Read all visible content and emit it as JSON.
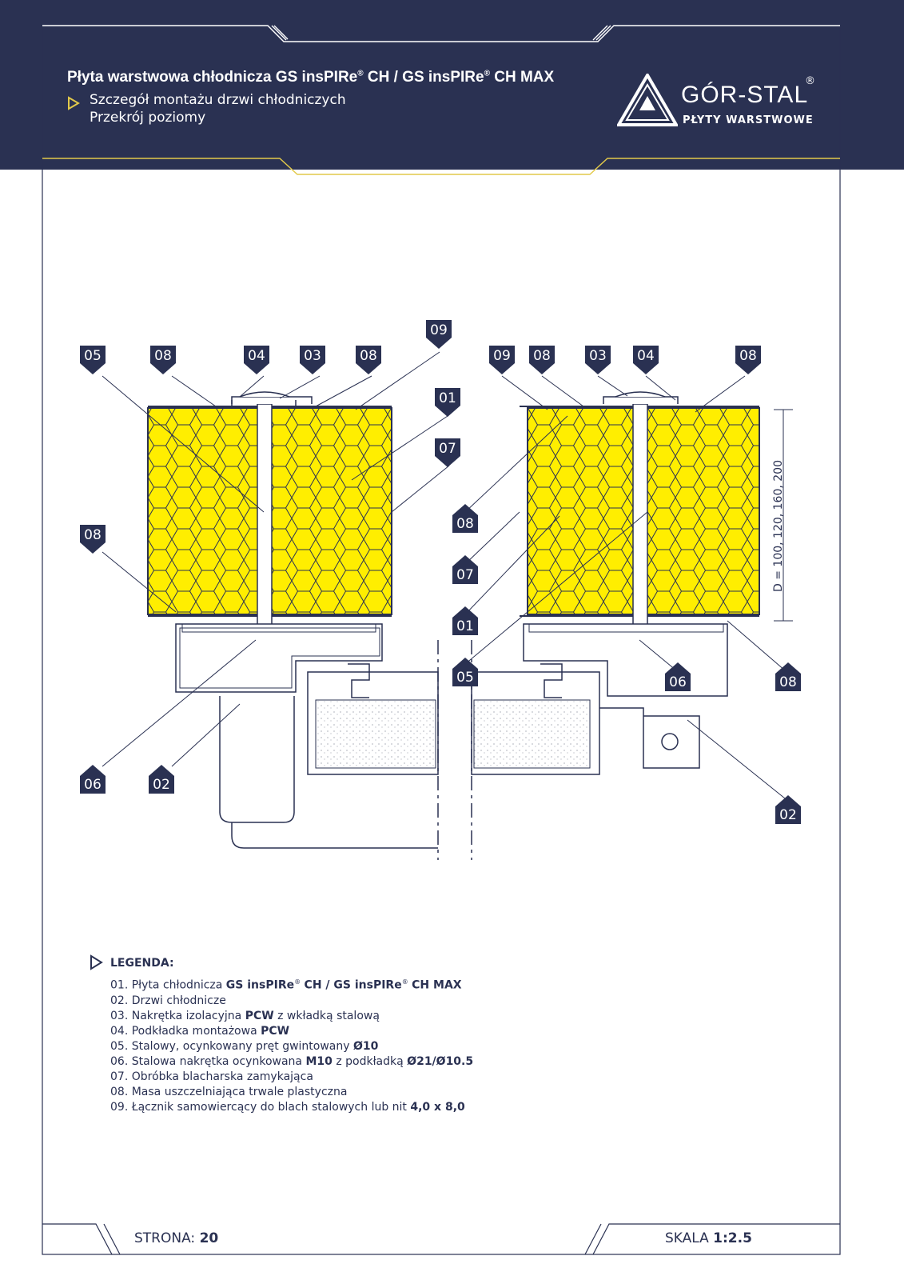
{
  "header": {
    "title_main": "Płyta warstwowa chłodnicza",
    "title_product1": "GS insPIRe",
    "title_reg": "®",
    "title_ch": "CH /",
    "title_product2": "GS insPIRe",
    "title_ch_max": "CH MAX",
    "subtitle_1": "Szczegół montażu drzwi chłodniczych",
    "subtitle_2": "Przekrój poziomy"
  },
  "logo": {
    "name": "GÓR-STAL",
    "reg": "®",
    "tagline": "PŁYTY WARSTWOWE"
  },
  "colors": {
    "navy": "#2a3152",
    "insulation": "#ffee00",
    "white": "#ffffff"
  },
  "tags_left": [
    "05",
    "08",
    "04",
    "03",
    "08",
    "09",
    "01",
    "07",
    "08",
    "06",
    "02"
  ],
  "tags_right": [
    "09",
    "08",
    "03",
    "04",
    "08",
    "08",
    "07",
    "01",
    "05",
    "06",
    "08",
    "02"
  ],
  "dimension_label": "D = 100, 120, 160, 200",
  "legend": {
    "title": "LEGENDA:",
    "items": [
      {
        "num": "01.",
        "text": "Płyta chłodnicza",
        "bold": "GS insPIRe",
        "reg": "®",
        "bold2": "CH / GS insPIRe",
        "reg2": "®",
        "bold3": "CH MAX"
      },
      {
        "num": "02.",
        "text": "Drzwi chłodnicze"
      },
      {
        "num": "03.",
        "text": "Nakrętka izolacyjna",
        "bold": "PCW",
        "tail": "z wkładką stalową"
      },
      {
        "num": "04.",
        "text": "Podkładka montażowa",
        "bold": "PCW"
      },
      {
        "num": "05.",
        "text": "Stalowy, ocynkowany pręt gwintowany",
        "bold": "Ø10"
      },
      {
        "num": "06.",
        "text": "Stalowa nakrętka ocynkowana",
        "bold": "M10",
        "tail": "z podkładką",
        "bold_tail": "Ø21/Ø10.5"
      },
      {
        "num": "07.",
        "text": "Obróbka blacharska zamykająca"
      },
      {
        "num": "08.",
        "text": "Masa uszczelniająca trwale plastyczna"
      },
      {
        "num": "09.",
        "text": "Łącznik samowiercący do blach stalowych lub nit",
        "bold": "4,0 x 8,0"
      }
    ]
  },
  "footer": {
    "page_label": "STRONA:",
    "page_num": "20",
    "scale_label": "SKALA",
    "scale_value": "1:2.5"
  }
}
